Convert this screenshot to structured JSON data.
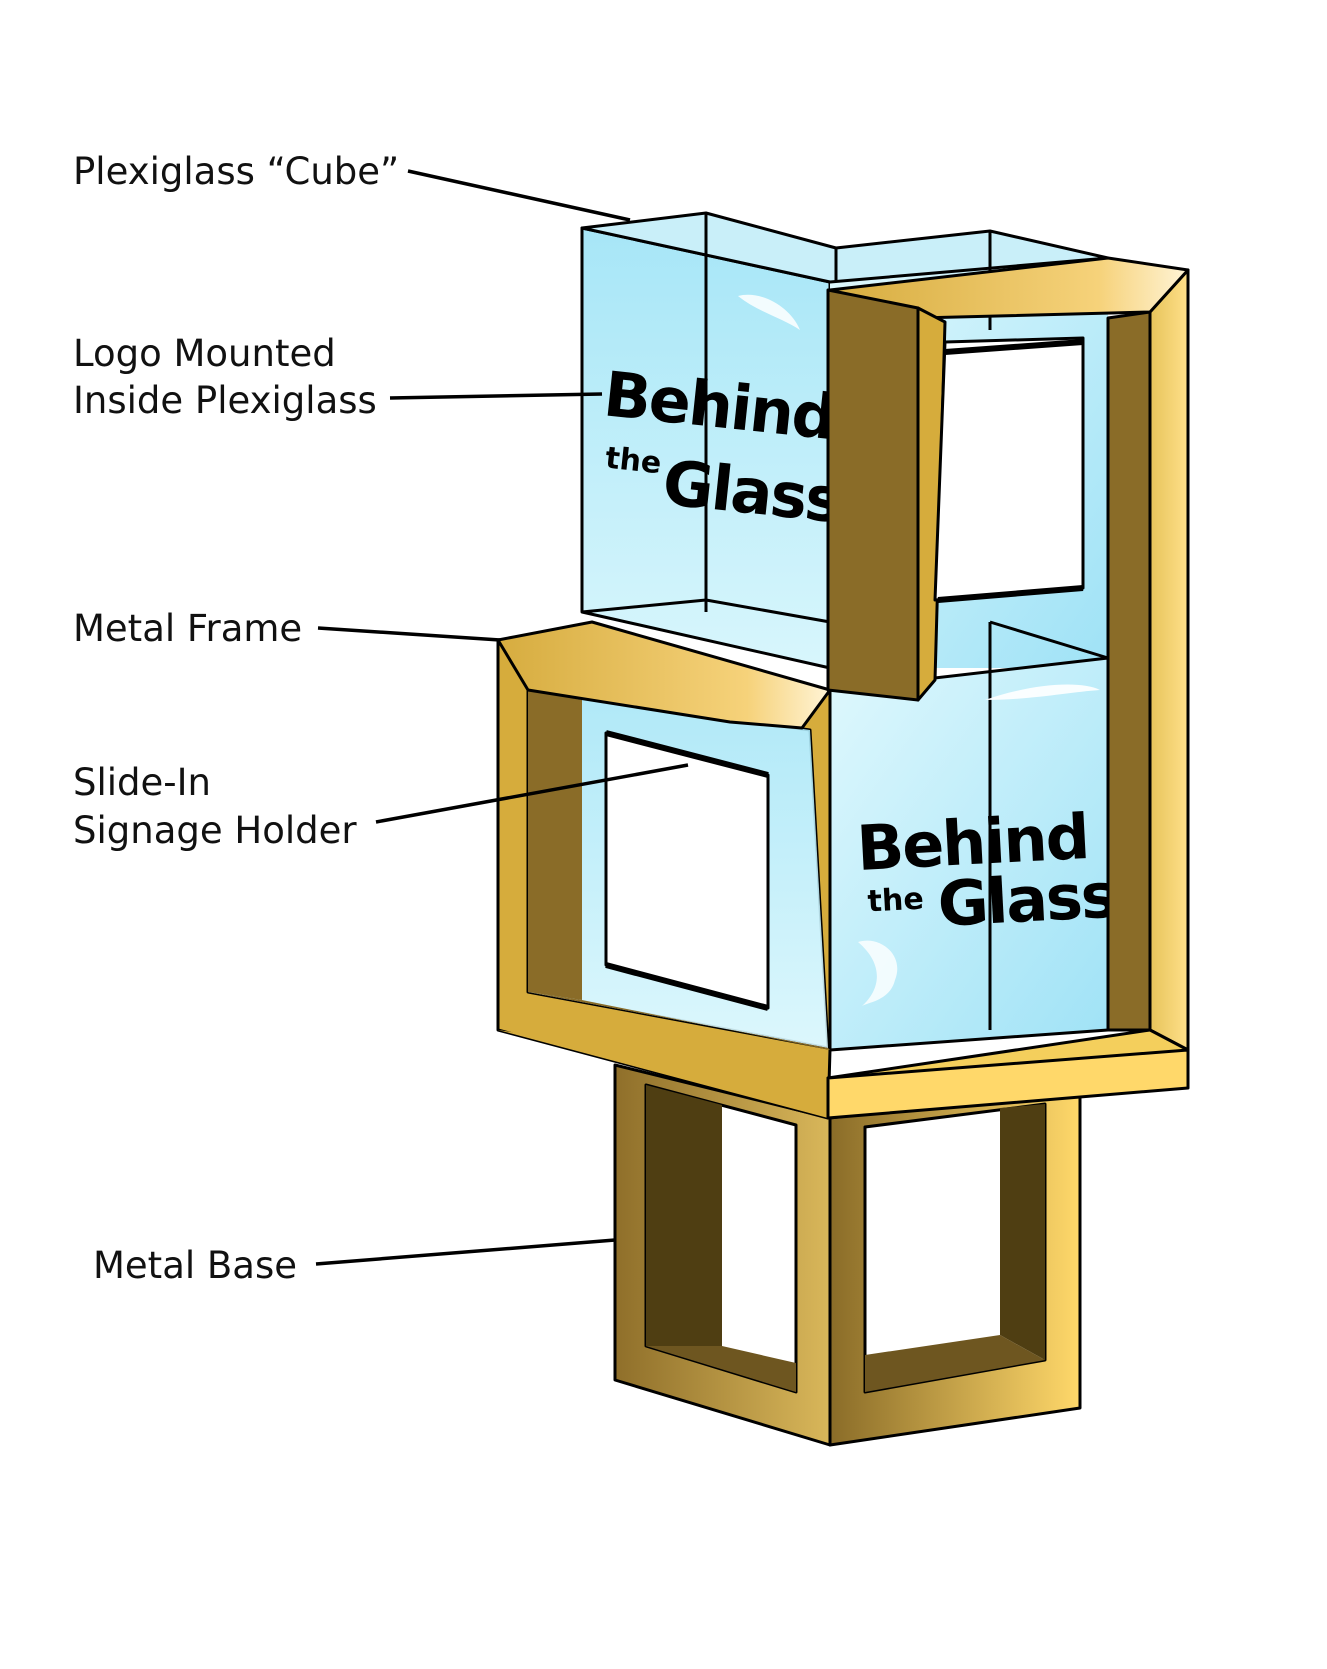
{
  "labels": {
    "cube": "Plexiglass “Cube”",
    "logo_line1": "Logo Mounted",
    "logo_line2": "Inside Plexiglass",
    "frame": "Metal Frame",
    "holder_line1": "Slide-In",
    "holder_line2": "Signage Holder",
    "base": "Metal Base"
  },
  "logo": {
    "line1": "Behind",
    "line2_small": "the",
    "line2_large": "Glass"
  },
  "colors": {
    "glass_light": "#d4f4fb",
    "glass_mid": "#a9e6f7",
    "gold_light": "#ffd86a",
    "gold_mid": "#d4aa3c",
    "gold_dark": "#8a6c28",
    "gold_darkest": "#4a3a12"
  }
}
